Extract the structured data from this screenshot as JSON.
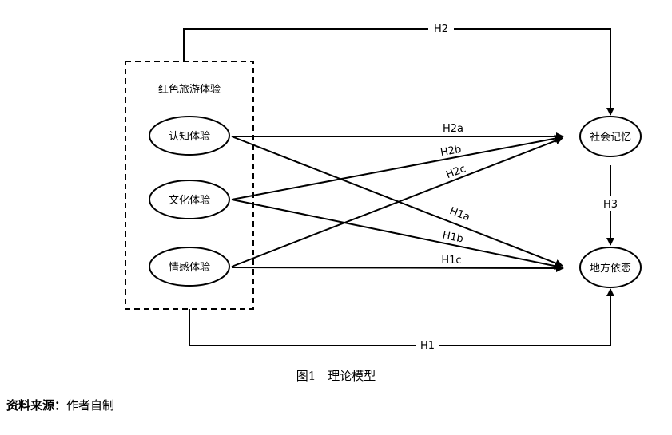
{
  "diagram": {
    "group_title": "红色旅游体验",
    "nodes": {
      "cognitive": "认知体验",
      "cultural": "文化体验",
      "emotional": "情感体验",
      "social_memory": "社会记忆",
      "place_attachment": "地方依恋"
    },
    "edges": {
      "H1": "H1",
      "H2": "H2",
      "H3": "H3",
      "H1a": "H1a",
      "H1b": "H1b",
      "H1c": "H1c",
      "H2a": "H2a",
      "H2b": "H2b",
      "H2c": "H2c"
    }
  },
  "caption": "图1　理论模型",
  "source": {
    "label": "资料来源：",
    "text": "作者自制"
  }
}
